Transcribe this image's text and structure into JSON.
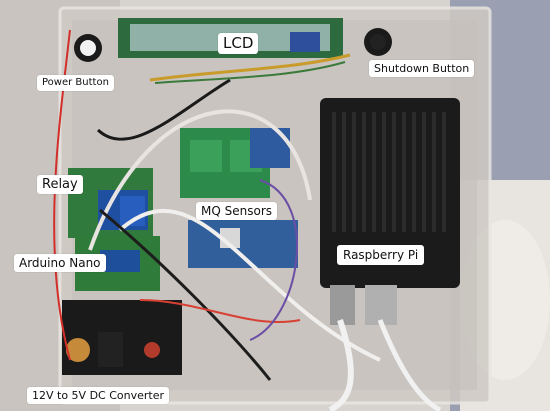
{
  "photo": {
    "labels": {
      "lcd": "LCD",
      "power_button": "Power Button",
      "shutdown_button": "Shutdown Button",
      "relay": "Relay",
      "mq_sensors": "MQ Sensors",
      "arduino_nano": "Arduino Nano",
      "raspberry_pi": "Raspberry Pi",
      "converter": "12V to 5V DC Converter"
    },
    "colors": {
      "background": "#d9d6d3",
      "pcb_green": "#3b7f43",
      "pcb_blue": "#2f5f98",
      "wire_red": "#d52d28",
      "case_black": "#1b1b1b"
    }
  }
}
